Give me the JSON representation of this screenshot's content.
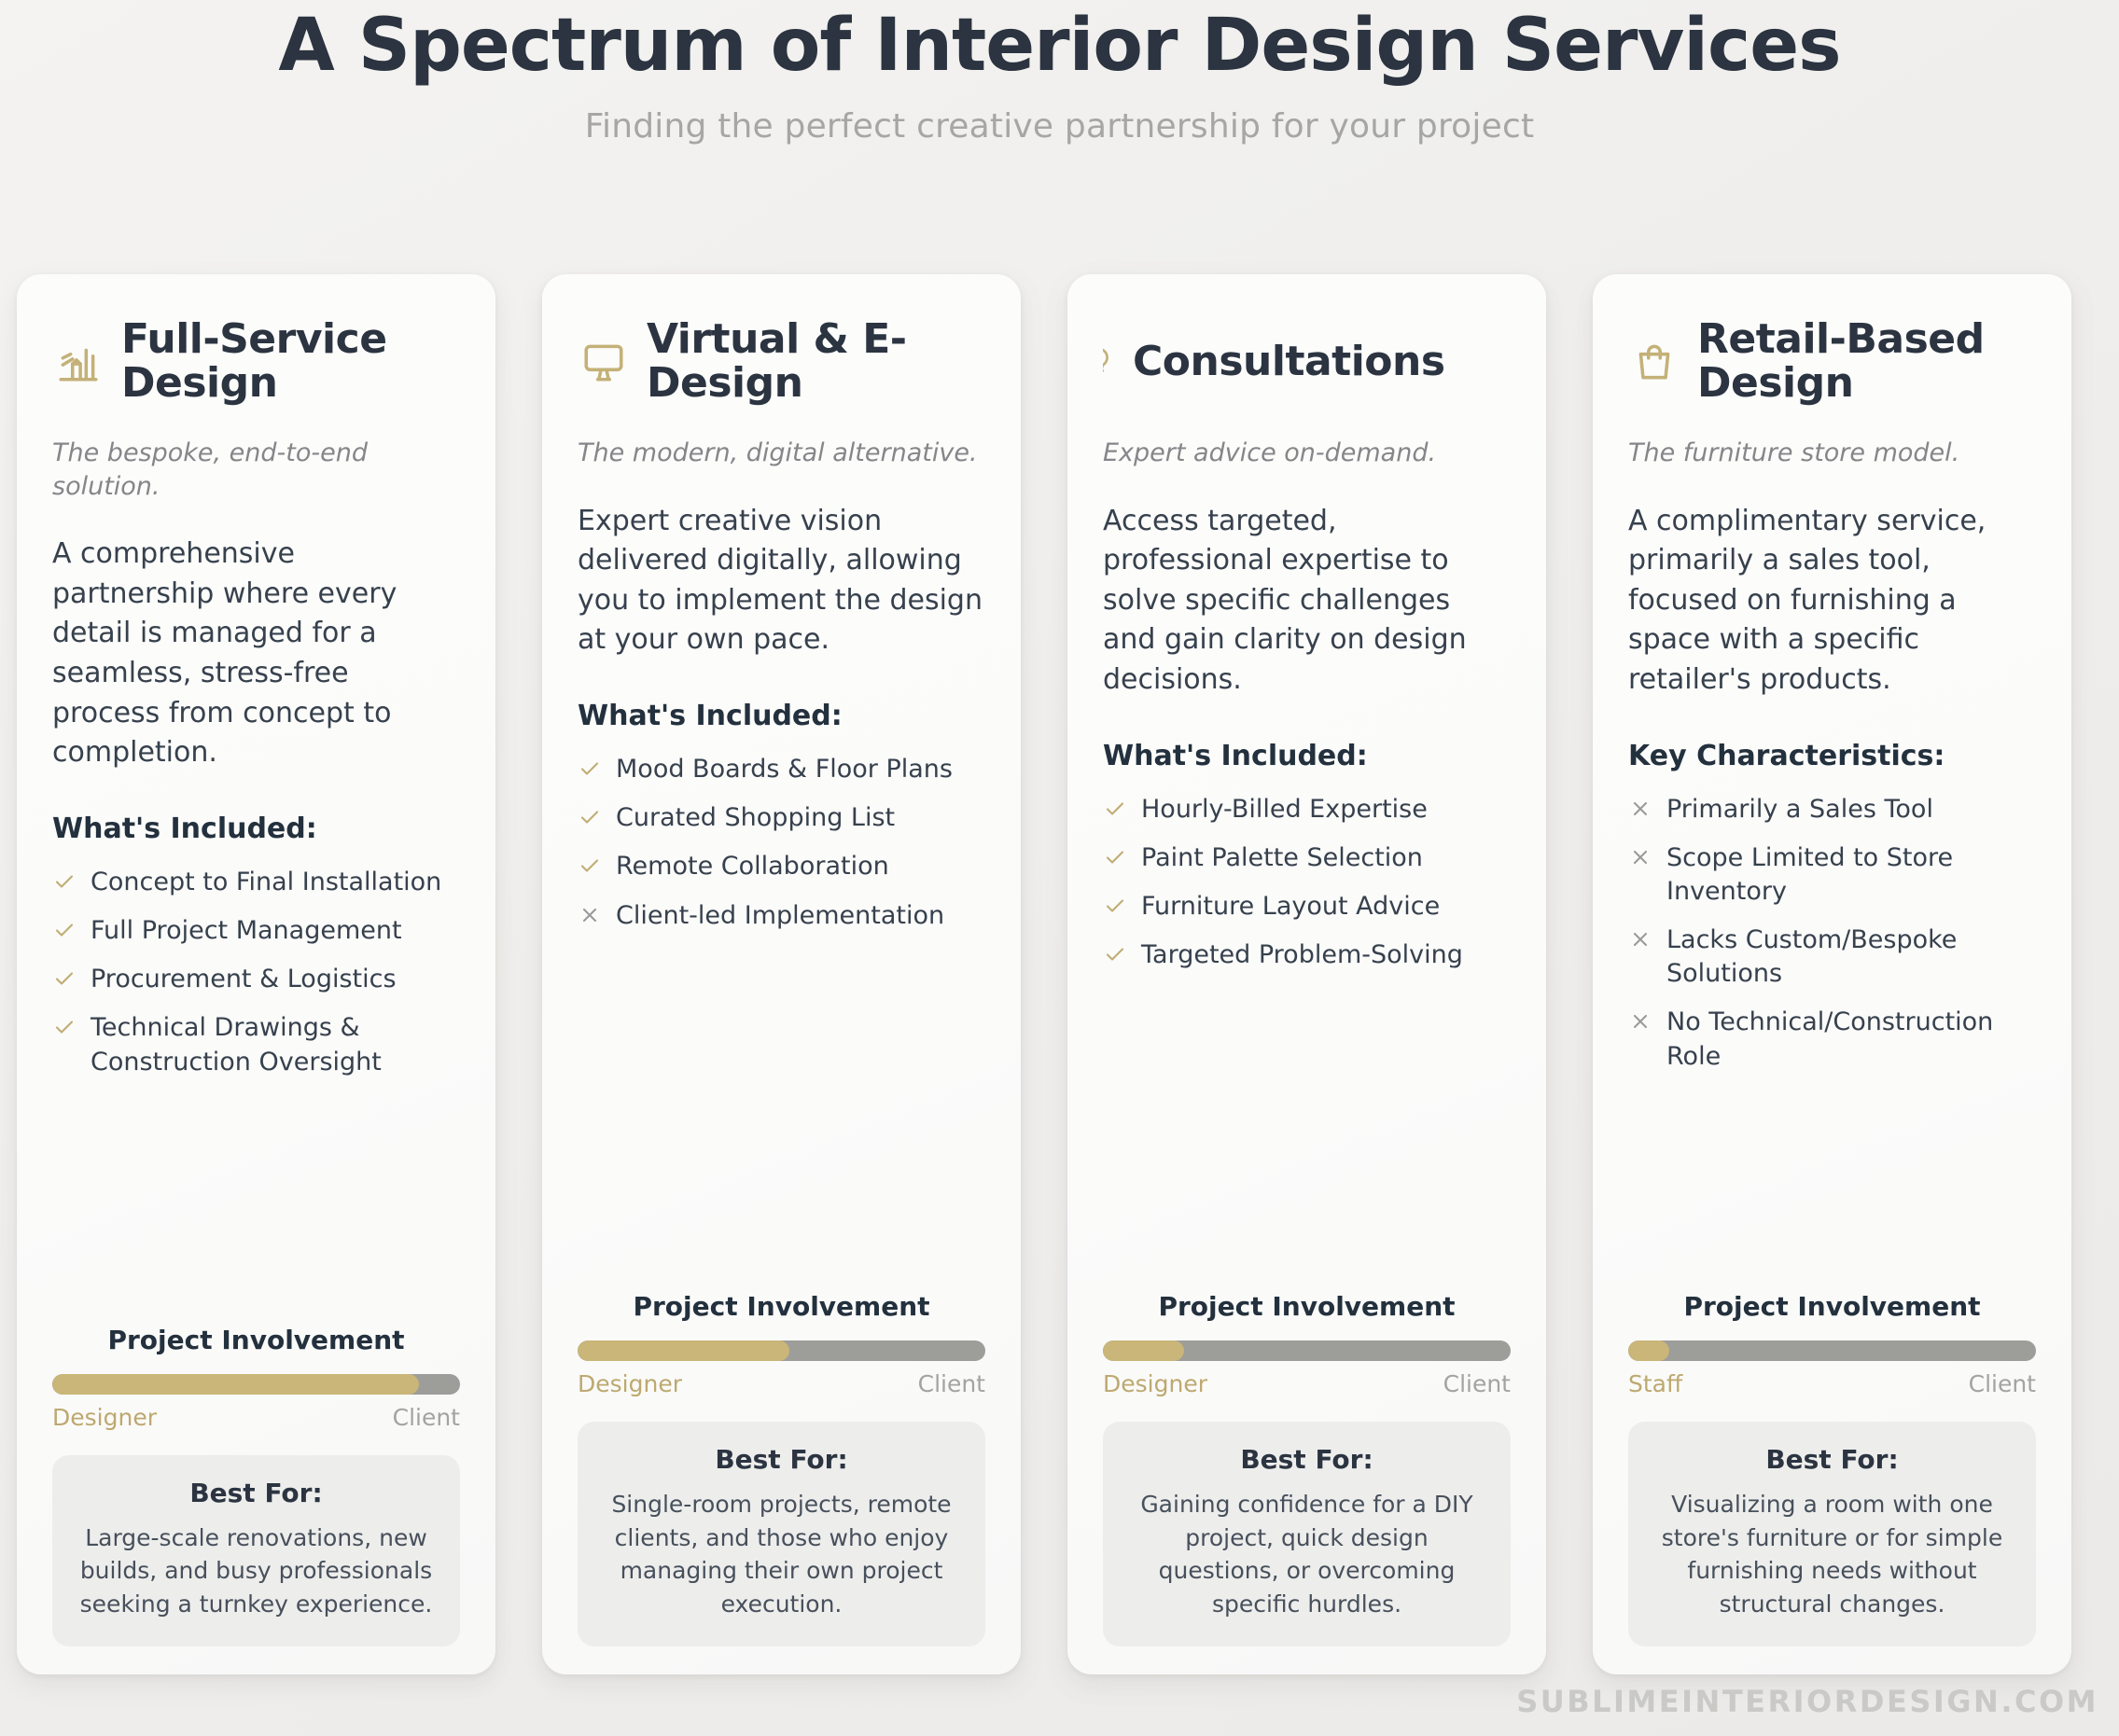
{
  "header": {
    "title": "A Spectrum of Interior Design Services",
    "subtitle": "Finding the perfect creative partnership for your project"
  },
  "footer": {
    "watermark": "SUBLIMEINTERIORDESIGN.COM"
  },
  "colors": {
    "accent_gold": "#c9b678",
    "title_dark": "#2b3440",
    "muted_gray": "#9d9d9a",
    "page_background": "#f2f1ef",
    "card_background": "#fbfbfa",
    "bestfor_background": "#ededec"
  },
  "cards": [
    {
      "icon": "building-icon",
      "title": "Full-Service Design",
      "tagline": "The bespoke, end-to-end solution.",
      "description": "A comprehensive partnership where every detail is managed for a seamless, stress-free process from concept to completion.",
      "list_heading": "What's Included:",
      "items": [
        {
          "mark": "check-icon",
          "included": true,
          "label": "Concept to Final Installation"
        },
        {
          "mark": "check-icon",
          "included": true,
          "label": "Full Project Management"
        },
        {
          "mark": "check-icon",
          "included": true,
          "label": "Procurement & Logistics"
        },
        {
          "mark": "check-icon",
          "included": true,
          "label": "Technical Drawings & Construction Oversight"
        }
      ],
      "meter": {
        "title": "Project Involvement",
        "fill_percent": 90,
        "left_label": "Designer",
        "right_label": "Client"
      },
      "best_for": {
        "title": "Best For:",
        "text": "Large-scale renovations, new builds, and busy professionals seeking a turnkey experience."
      }
    },
    {
      "icon": "monitor-icon",
      "title": "Virtual & E-Design",
      "tagline": "The modern, digital alternative.",
      "description": "Expert creative vision delivered digitally, allowing you to implement the design at your own pace.",
      "list_heading": "What's Included:",
      "items": [
        {
          "mark": "check-icon",
          "included": true,
          "label": "Mood Boards & Floor Plans"
        },
        {
          "mark": "check-icon",
          "included": true,
          "label": "Curated Shopping List"
        },
        {
          "mark": "check-icon",
          "included": true,
          "label": "Remote Collaboration"
        },
        {
          "mark": "cross-icon",
          "included": false,
          "label": "Client-led Implementation"
        }
      ],
      "meter": {
        "title": "Project Involvement",
        "fill_percent": 52,
        "left_label": "Designer",
        "right_label": "Client"
      },
      "best_for": {
        "title": "Best For:",
        "text": "Single-room projects, remote clients, and those who enjoy managing their own project execution."
      }
    },
    {
      "icon": "lightbulb-icon",
      "title": "Consultations",
      "tagline": "Expert advice on-demand.",
      "description": "Access targeted, professional expertise to solve specific challenges and gain clarity on design decisions.",
      "list_heading": "What's Included:",
      "items": [
        {
          "mark": "check-icon",
          "included": true,
          "label": "Hourly-Billed Expertise"
        },
        {
          "mark": "check-icon",
          "included": true,
          "label": "Paint Palette Selection"
        },
        {
          "mark": "check-icon",
          "included": true,
          "label": "Furniture Layout Advice"
        },
        {
          "mark": "check-icon",
          "included": true,
          "label": "Targeted Problem-Solving"
        }
      ],
      "meter": {
        "title": "Project Involvement",
        "fill_percent": 20,
        "left_label": "Designer",
        "right_label": "Client"
      },
      "best_for": {
        "title": "Best For:",
        "text": "Gaining confidence for a DIY project, quick design questions, or overcoming specific hurdles."
      }
    },
    {
      "icon": "shopping-bag-icon",
      "title": "Retail-Based Design",
      "tagline": "The furniture store model.",
      "description": "A complimentary service, primarily a sales tool, focused on furnishing a space with a specific retailer's products.",
      "list_heading": "Key Characteristics:",
      "items": [
        {
          "mark": "cross-icon",
          "included": false,
          "label": "Primarily a Sales Tool"
        },
        {
          "mark": "cross-icon",
          "included": false,
          "label": "Scope Limited to Store Inventory"
        },
        {
          "mark": "cross-icon",
          "included": false,
          "label": "Lacks Custom/Bespoke Solutions"
        },
        {
          "mark": "cross-icon",
          "included": false,
          "label": "No Technical/Construction Role"
        }
      ],
      "meter": {
        "title": "Project Involvement",
        "fill_percent": 10,
        "left_label": "Staff",
        "right_label": "Client"
      },
      "best_for": {
        "title": "Best For:",
        "text": "Visualizing a room with one store's furniture or for simple furnishing needs without structural changes."
      }
    }
  ]
}
